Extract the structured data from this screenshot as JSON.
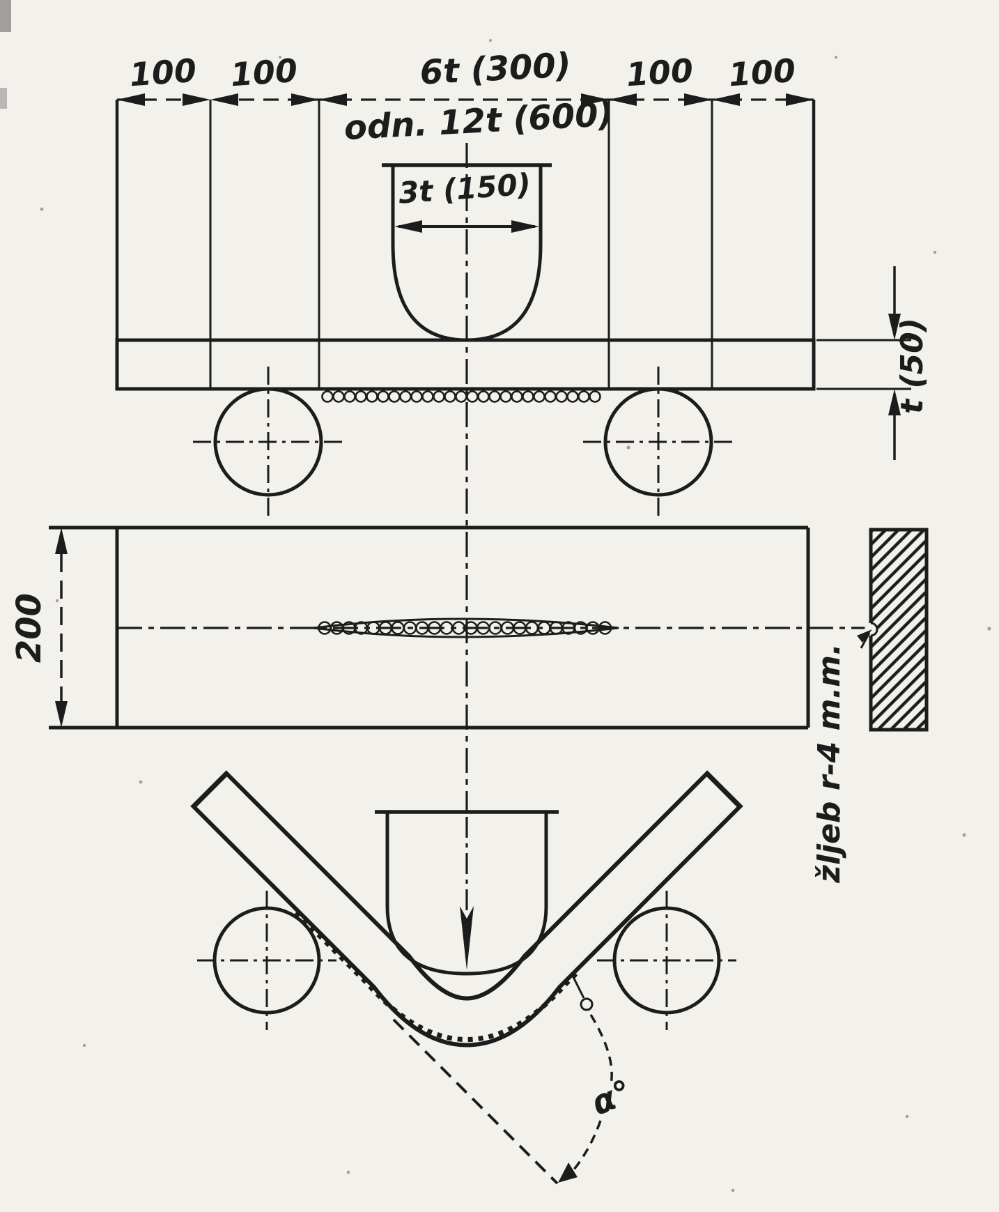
{
  "drawing": {
    "description": "bend test fixture drawing",
    "colors": {
      "ink": "#1c1c1c",
      "paper": "#f2f1ec"
    },
    "top_view": {
      "dims_left": [
        "100",
        "100"
      ],
      "dims_right": [
        "100",
        "100"
      ],
      "span_label_1": "6t (300)",
      "span_label_2": "odn. 12t (600)",
      "punch_width": "3t (150)",
      "plate_thickness": "t (50)"
    },
    "plan_view": {
      "width": "200",
      "groove_note": "žljeb r-4 m.m."
    },
    "bend_view": {
      "angle": "α°"
    }
  }
}
